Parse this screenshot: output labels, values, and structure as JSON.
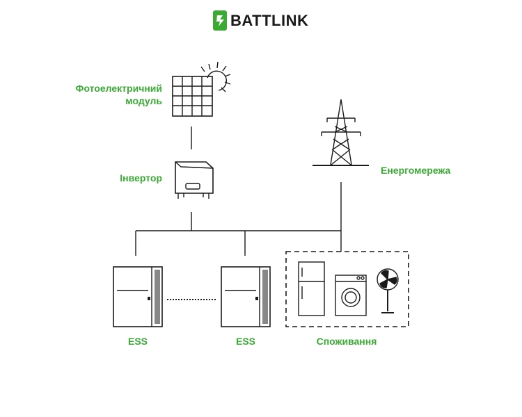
{
  "brand": {
    "name": "BATTLINK",
    "accent": "#3aaa35"
  },
  "labels": {
    "pv_line1": "Фотоелектричний",
    "pv_line2": "модуль",
    "inverter": "Інвертор",
    "grid": "Енергомережа",
    "ess1": "ESS",
    "ess2": "ESS",
    "consumption": "Споживання"
  },
  "icons": {
    "solar": "solar-panel-icon",
    "inverter": "inverter-icon",
    "tower": "power-tower-icon",
    "ess": "battery-cabinet-icon",
    "fridge": "fridge-icon",
    "washer": "washing-machine-icon",
    "fan": "fan-icon"
  }
}
